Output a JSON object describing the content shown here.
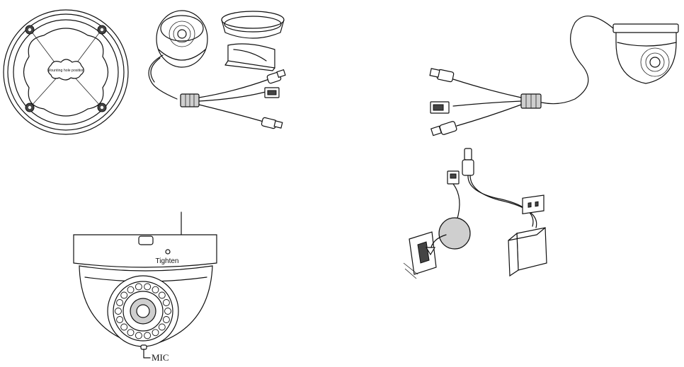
{
  "labels": {
    "mounting_hole_position": "Mounting hole position",
    "tighten": "Tighten",
    "mic": "MIC"
  }
}
